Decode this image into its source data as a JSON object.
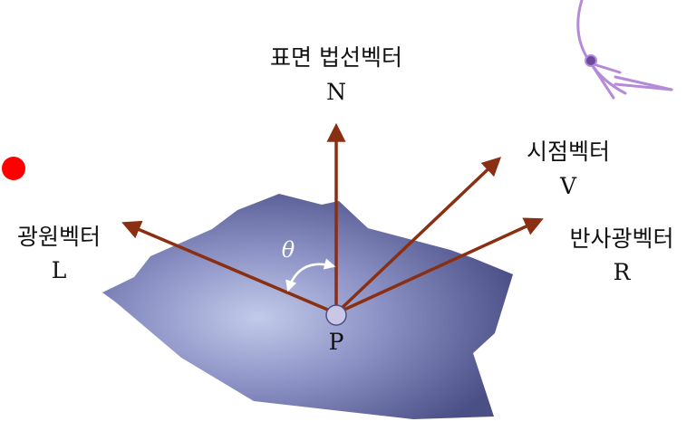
{
  "labels": {
    "normal_ko": "표면 법선벡터",
    "normal_letter": "N",
    "view_ko": "시점벡터",
    "view_letter": "V",
    "light_ko": "광원벡터",
    "light_letter": "L",
    "reflect_ko": "반사광벡터",
    "reflect_letter": "R",
    "point_letter": "P",
    "angle_symbol": "θ"
  },
  "colors": {
    "vector_arrow": "#8b2f12",
    "surface_center": "#c2cbea",
    "surface_edge": "#4a4f86",
    "light_source": "#ff0000",
    "eye": "#b58ad8",
    "point_fill": "#c9c6e6"
  },
  "icons": {
    "light": "light-source-dot",
    "viewer": "eye-icon"
  }
}
